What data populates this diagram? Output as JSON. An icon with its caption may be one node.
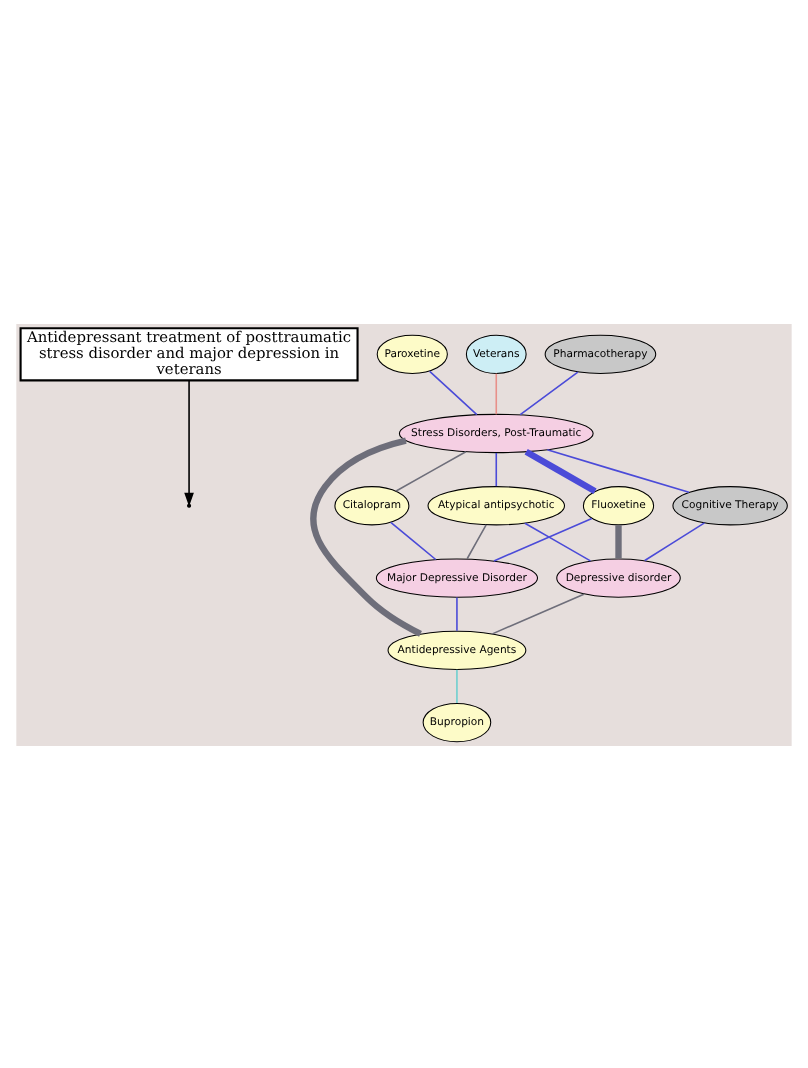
{
  "diagram": {
    "nodes": [
      {
        "text": [
          "Antidepressant treatment of posttraumatic stress disorder and major depression in veterans"
        ]
      },
      {
        "text": [
          "Paroxetine"
        ]
      },
      {
        "text": [
          "Veterans"
        ]
      },
      {
        "text": [
          "Pharmacotherapy"
        ]
      },
      {
        "text": [
          "Stress Disorders, Post-Traumatic"
        ]
      },
      {
        "text": [
          "Fluoxetine"
        ]
      },
      {
        "text": [
          "Cognitive Therapy"
        ]
      },
      {
        "text": [
          "Atypical antipsychotic"
        ]
      },
      {
        "text": [
          "Citalopram"
        ]
      },
      {
        "text": [
          "Major Depressive Disorder"
        ]
      },
      {
        "text": [
          "Depressive disorder"
        ]
      },
      {
        "text": [
          "Antidepressive Agents"
        ]
      },
      {
        "text": [
          "Bupropion"
        ]
      }
    ],
    "edges": [
      {
        "from": 0,
        "to": null,
        "arrow": "to",
        "color": "#000000"
      },
      {
        "from": 2,
        "to": 4,
        "arrow": "none",
        "color": "#e8908a"
      },
      {
        "from": 1,
        "to": 4,
        "arrow": "none"
      },
      {
        "from": 3,
        "to": 4,
        "arrow": "none"
      },
      {
        "from": 4,
        "to": 5,
        "arrow": "none",
        "style": "thick"
      },
      {
        "from": 4,
        "to": 8,
        "arrow": "none",
        "color": "#6e6e7a"
      },
      {
        "from": 4,
        "to": 11,
        "arrow": "none",
        "color": "#6e6e7a",
        "style": "thick"
      },
      {
        "from": 4,
        "to": 7,
        "arrow": "none"
      },
      {
        "from": 4,
        "to": 6,
        "arrow": "none"
      },
      {
        "from": 5,
        "to": 9,
        "arrow": "none"
      },
      {
        "from": 5,
        "to": 10,
        "arrow": "none",
        "color": "#6e6e7a",
        "style": "thick"
      },
      {
        "from": 6,
        "to": 10,
        "arrow": "none"
      },
      {
        "from": 7,
        "to": 10,
        "arrow": "none"
      },
      {
        "from": 7,
        "to": 9,
        "arrow": "none",
        "color": "#6e6e7a"
      },
      {
        "from": 8,
        "to": 9,
        "arrow": "none"
      },
      {
        "from": 9,
        "to": 11,
        "arrow": "none"
      },
      {
        "from": 10,
        "to": 11,
        "arrow": "none",
        "color": "#6e6e7a"
      },
      {
        "from": 11,
        "to": 12,
        "arrow": "none",
        "color": "#6ecfcf"
      }
    ]
  }
}
